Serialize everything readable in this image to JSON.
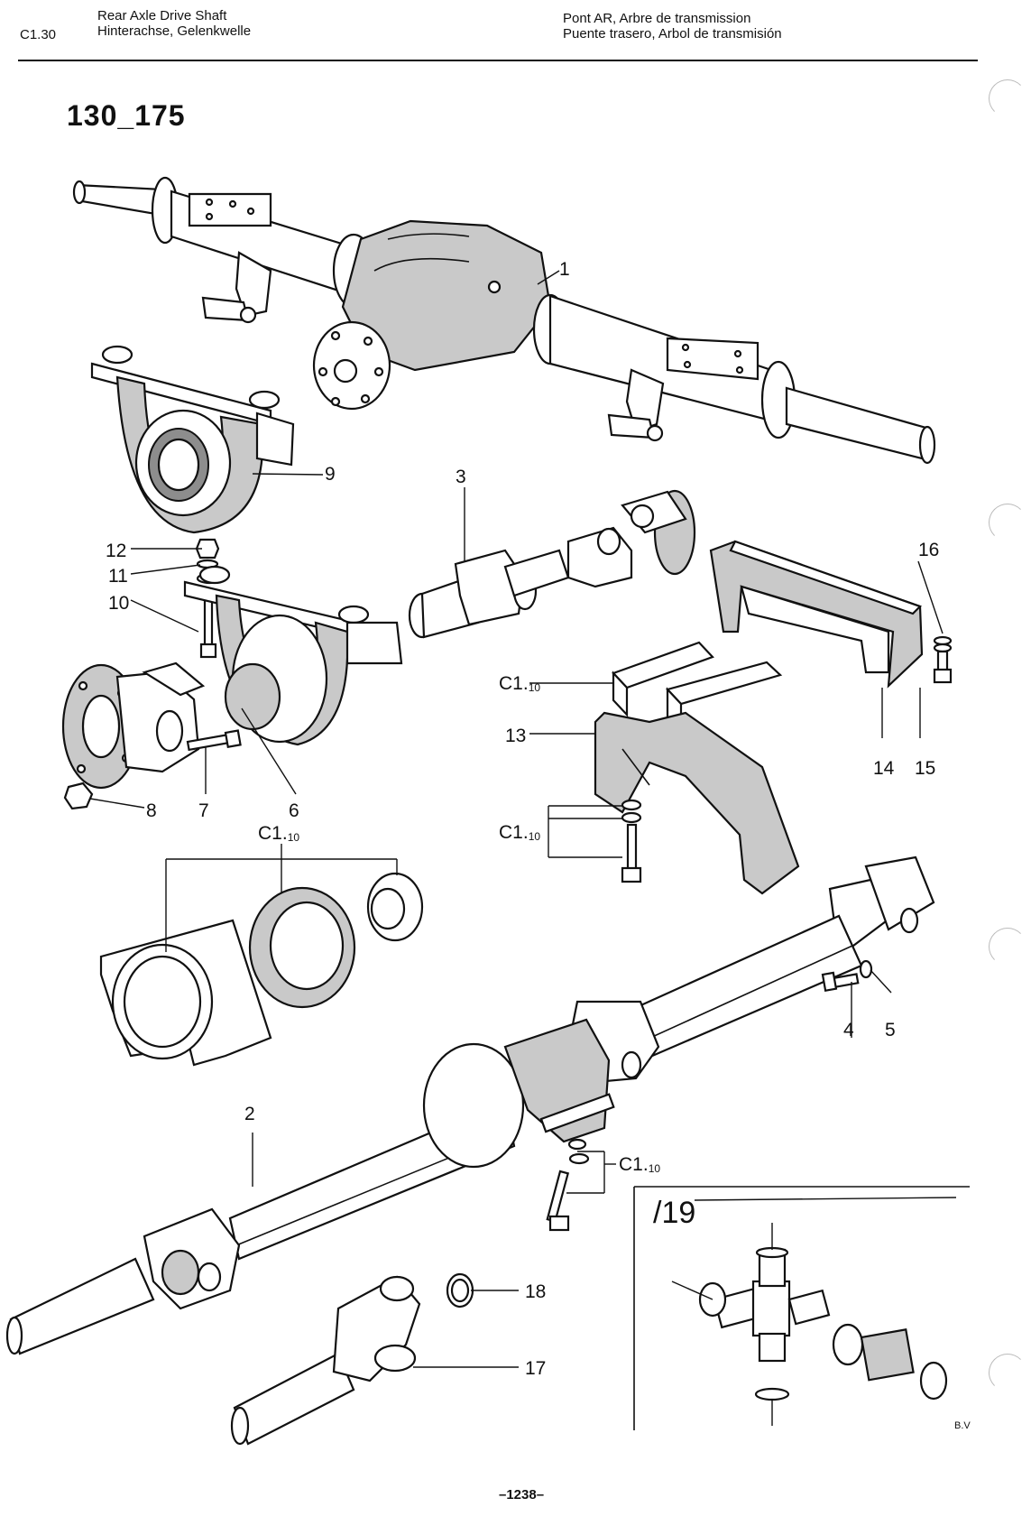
{
  "header": {
    "section_code": "C1.30",
    "title_en": "Rear Axle Drive Shaft",
    "title_de": "Hinterachse, Gelenkwelle",
    "title_fr": "Pont AR, Arbre de transmission",
    "title_es": "Puente trasero, Arbol de transmisión"
  },
  "diagram_number": "130_175",
  "page_number": "–1238–",
  "artist_initials": "B.V",
  "inset": {
    "title": "/19"
  },
  "reference": {
    "main": "C1.",
    "sub": "10"
  },
  "callouts": {
    "c1": "1",
    "c2": "2",
    "c3": "3",
    "c4": "4",
    "c5": "5",
    "c6": "6",
    "c7": "7",
    "c8": "8",
    "c9": "9",
    "c10": "10",
    "c11": "11",
    "c12": "12",
    "c13": "13",
    "c14": "14",
    "c15": "15",
    "c16": "16",
    "c17": "17",
    "c18": "18"
  }
}
